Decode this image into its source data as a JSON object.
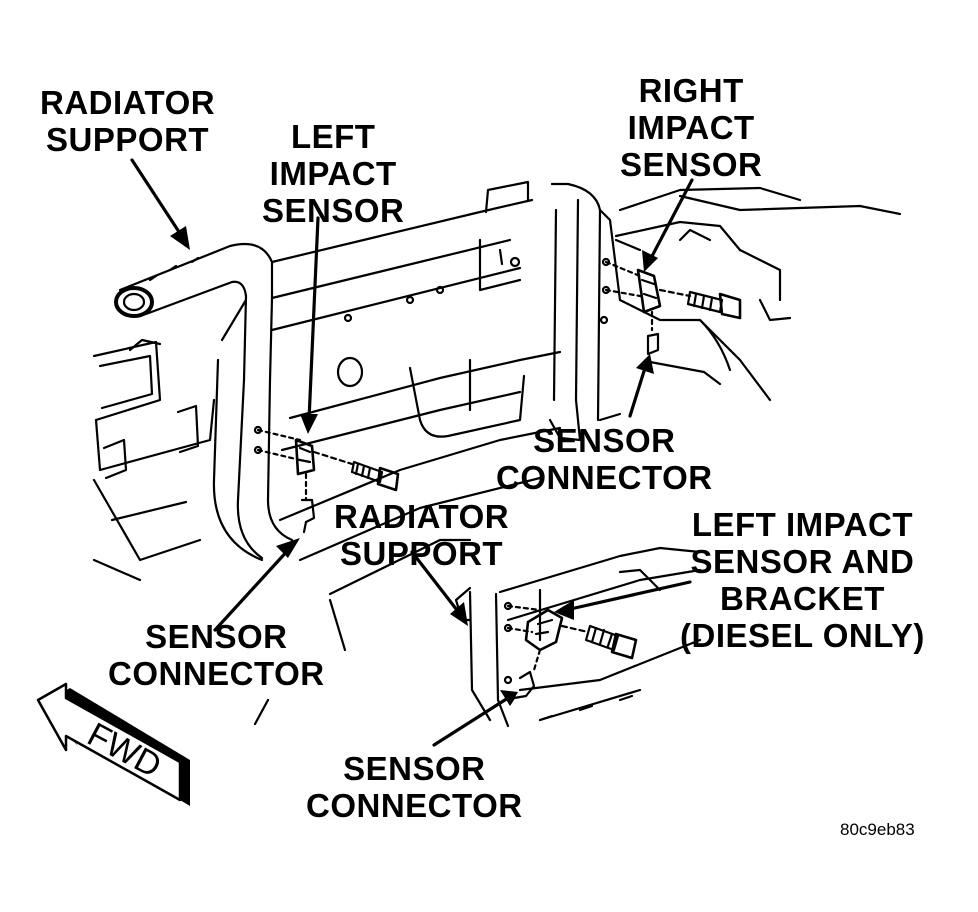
{
  "labels": {
    "radiator_support_top": [
      "RADIATOR",
      "SUPPORT"
    ],
    "left_impact_sensor": [
      "LEFT",
      "IMPACT",
      "SENSOR"
    ],
    "right_impact_sensor": [
      "RIGHT",
      "IMPACT",
      "SENSOR"
    ],
    "sensor_connector_right": [
      "SENSOR",
      "CONNECTOR"
    ],
    "radiator_support_bottom": [
      "RADIATOR",
      "SUPPORT"
    ],
    "left_impact_sensor_bracket": [
      "LEFT IMPACT",
      "SENSOR AND",
      "BRACKET",
      "(DIESEL ONLY)"
    ],
    "sensor_connector_left": [
      "SENSOR",
      "CONNECTOR"
    ],
    "sensor_connector_bottom": [
      "SENSOR",
      "CONNECTOR"
    ]
  },
  "direction": {
    "text": "FWD"
  },
  "figure_code": "80c9eb83",
  "colors": {
    "ink": "#000000",
    "paper": "#ffffff"
  }
}
